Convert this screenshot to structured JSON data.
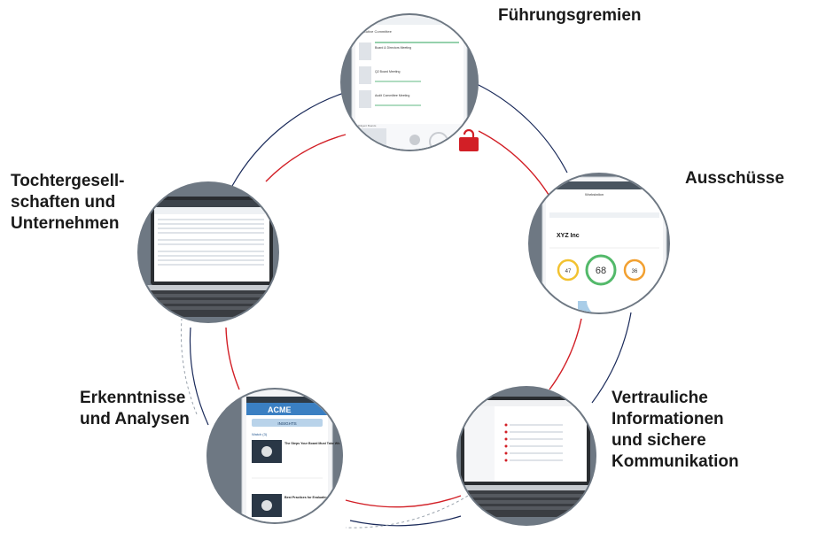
{
  "labels": {
    "top": "Führungsgremien",
    "right": "Ausschüsse",
    "left": "Tochtergesell-\nschaften und\nUnternehmen",
    "bottom_left": "Erkenntnisse\nund Analysen",
    "bottom_right": "Vertrauliche\nInformationen\nund sichere\nKommunikation"
  },
  "devices": {
    "top": {
      "header": "Executive Committee",
      "items": [
        "Board & Directors Meeting",
        "Q2 Board Meeting",
        "Audit Committee Meeting"
      ],
      "footer": "Diligent Boards"
    },
    "right": {
      "title": "Workstation",
      "company": "XYZ Inc",
      "gauge_value": "68",
      "left_value": "47",
      "right_value": "36"
    },
    "bottom_left": {
      "brand": "ACME",
      "banner": "INSIGHTS",
      "section": "Watch (3)",
      "article1": "The Steps Your Board Must Take When Overseeing Cyber Risk",
      "article2": "Best Practices for Evaluating Board Performance"
    }
  },
  "colors": {
    "ring_dark": "#1a2a5a",
    "ring_red": "#d21f26",
    "device_circle": "#6e7883",
    "lock": "#d21f26"
  }
}
